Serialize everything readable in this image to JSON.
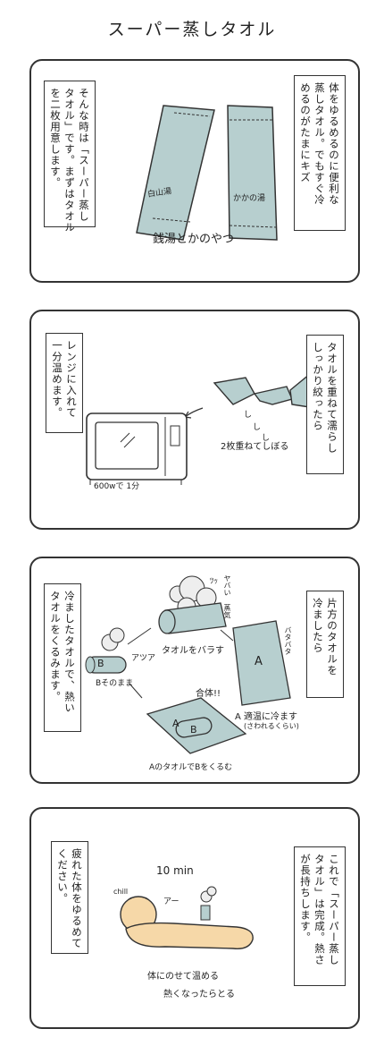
{
  "title": "スーパー蒸しタオル",
  "panels": [
    {
      "right_text": "体をゆるめるのに便利な\n蒸しタオル。でもすぐ冷\nめるのがたまにキズ",
      "left_text": "そんな時は「スーパー蒸し\nタオル」です。まずはタオル\nを二枚用意します。",
      "towel1_label": "白山湯",
      "towel2_label": "かかの湯",
      "caption": "銭湯とかのやつ"
    },
    {
      "right_text": "タオルを重ねて濡らし\nしっかり絞ったら",
      "left_text": "レンジに入れて\n一分温めます。",
      "drip1": "し",
      "drip2": "し",
      "drip3": "し",
      "caption_wring": "2枚重ねてしぼる",
      "caption_microwave": "600wで 1分"
    },
    {
      "right_text": "片方のタオルを\n冷ましたら",
      "left_text": "冷ましたタオルで、熱い\nタオルをくるみます。",
      "steam_label": "ヤバい 蒸気",
      "sfx_mark": "ﾂｯ",
      "open_towel": "タオルをバラす",
      "towel_a": "A",
      "flap_sfx": "バタバタ",
      "cool_label": "A 適温に冷ます",
      "cool_sub": "(さわれるくらい)",
      "hot_sfx": "アツア",
      "towel_b": "B",
      "b_note": "Bそのまま",
      "combine": "合体!!",
      "wrap_a": "A",
      "wrap_b": "B",
      "wrap_caption": "AのタオルでBをくるむ"
    },
    {
      "right_text": "これで「スーパー蒸し\nタオル」は完成。熱さ\nが長持ちします。",
      "left_text": "疲れた体をゆるめて\nください。",
      "time_label": "10 min",
      "chill_label": "chill",
      "sigh_label": "アー",
      "caption1": "体にのせて温める",
      "caption2": "熱くなったらとる"
    }
  ]
}
